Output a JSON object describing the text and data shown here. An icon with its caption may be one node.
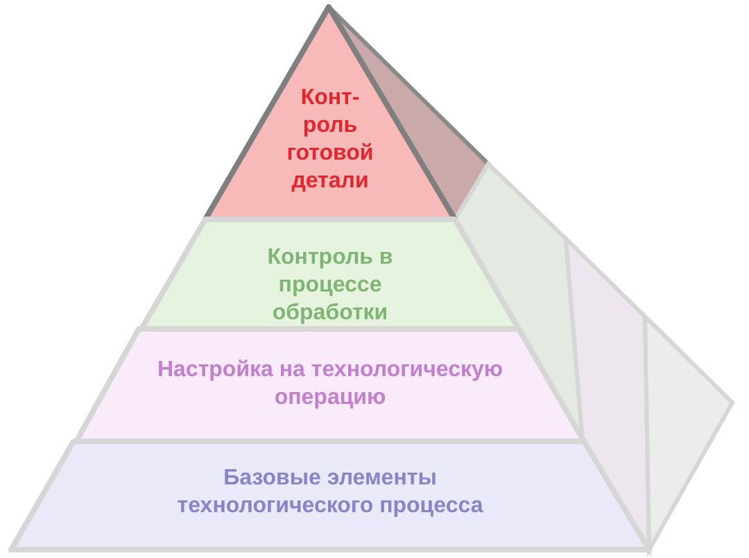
{
  "diagram": {
    "nodes": [
      {
        "text": [
          "Конт- роль готовой детали"
        ]
      },
      {
        "text": [
          "Контроль в процессе обработки"
        ]
      },
      {
        "text": [
          "Настройка на технологическую операцию"
        ]
      },
      {
        "text": [
          "Базовые элементы технологического процесса"
        ]
      }
    ]
  }
}
